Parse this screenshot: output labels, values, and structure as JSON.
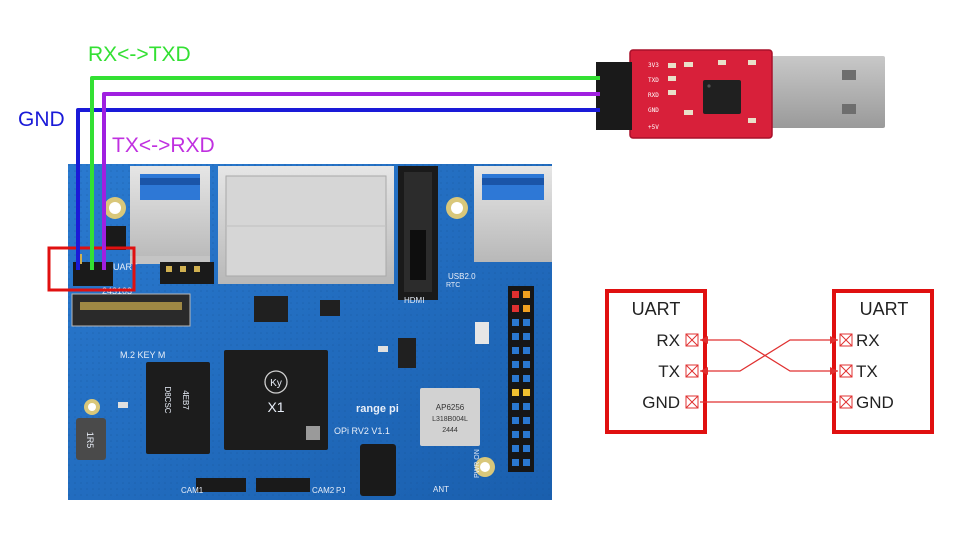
{
  "wire_labels": {
    "rx_txd": "RX<->TXD",
    "gnd": "GND",
    "tx_rxd": "TX<->RXD"
  },
  "usb_adapter": {
    "pins": [
      "3V3",
      "TXD",
      "RXD",
      "GND",
      "+5V"
    ]
  },
  "board": {
    "uart_label": "UART",
    "chip_brand": "Ky",
    "chip_name": "X1",
    "ram_top": "4EB7",
    "ram_mid": "D8CSC",
    "m2_label": "M.2 KEY M",
    "ssd_code": "243103",
    "wifi_top": "AP6256",
    "wifi_mid": "L318B004L",
    "wifi_low": "2444",
    "model": "OPi RV2 V1.1",
    "logo": "range pi",
    "usb_label": "USB2.0",
    "hdmi_label": "HDMI",
    "cam1": "CAM1",
    "cam2": "CAM2",
    "ant": "ANT",
    "pwr": "PWR ON",
    "inductor": "1R5",
    "rtc": "RTC",
    "pj": "PJ"
  },
  "schematic": {
    "left": {
      "title": "UART",
      "pins": [
        "RX",
        "TX",
        "GND"
      ]
    },
    "right": {
      "title": "UART",
      "pins": [
        "RX",
        "TX",
        "GND"
      ]
    }
  },
  "colors": {
    "rx_wire": "#33e033",
    "tx_wire": "#a020e0",
    "gnd_wire": "#1a1ad8",
    "highlight": "#e01010",
    "board": "#1f6ec0",
    "schematic_line": "#e03030"
  }
}
